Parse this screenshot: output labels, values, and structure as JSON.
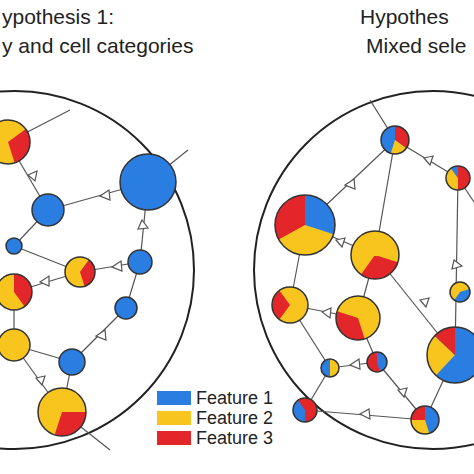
{
  "diagram": {
    "nodes": [
      {
        "text": [
          "ypothesis 1:",
          "y and cell categories"
        ]
      },
      {
        "text": [
          "Hypothes",
          "Mixed sele"
        ]
      }
    ],
    "edges": [],
    "legend": [
      {
        "text": "Feature 1",
        "color": "#2a7de1"
      },
      {
        "text": "Feature 2",
        "color": "#f7c51e"
      },
      {
        "text": "Feature 3",
        "color": "#e3262a"
      }
    ]
  }
}
